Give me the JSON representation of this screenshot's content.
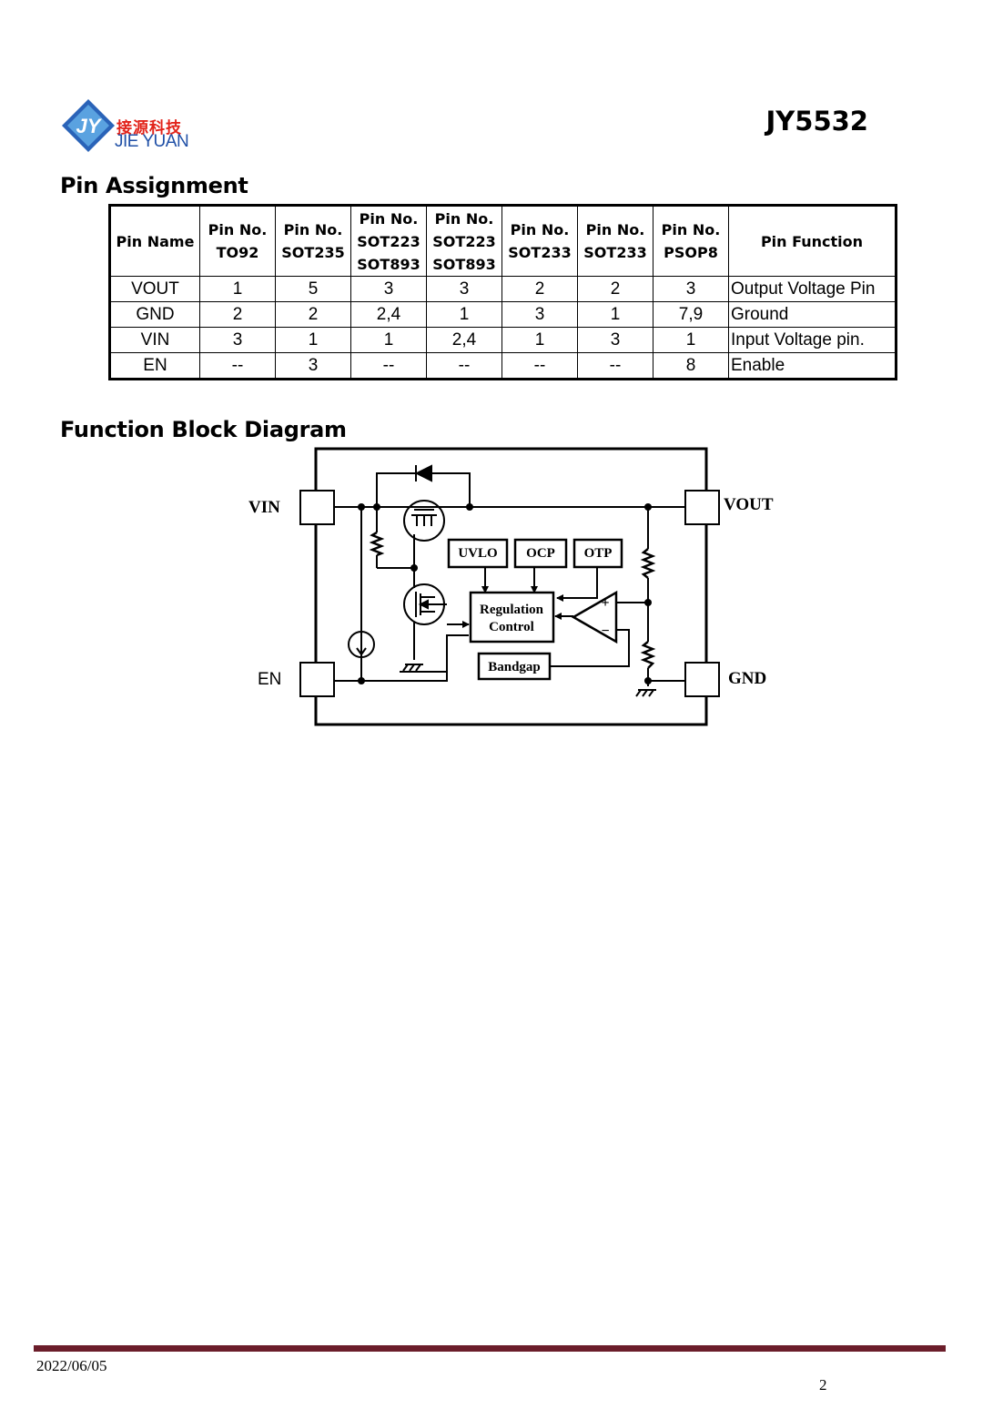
{
  "header": {
    "logo_icon": "jy-logo-icon",
    "logo_cn": "接源科技",
    "logo_en": "JIE YUAN",
    "part_number": "JY5532"
  },
  "pin_section": {
    "title": "Pin Assignment",
    "columns": [
      [
        "Pin Name"
      ],
      [
        "Pin No.",
        "TO92"
      ],
      [
        "Pin No.",
        "SOT235"
      ],
      [
        "Pin No.",
        "SOT223",
        "SOT893"
      ],
      [
        "Pin No.",
        "SOT223",
        "SOT893"
      ],
      [
        "Pin No.",
        "SOT233"
      ],
      [
        "Pin No.",
        "SOT233"
      ],
      [
        "Pin No.",
        "PSOP8"
      ],
      [
        "Pin Function"
      ]
    ],
    "rows": [
      [
        "VOUT",
        "1",
        "5",
        "3",
        "3",
        "2",
        "2",
        "3",
        "Output Voltage Pin"
      ],
      [
        "GND",
        "2",
        "2",
        "2,4",
        "1",
        "3",
        "1",
        "7,9",
        "Ground"
      ],
      [
        "VIN",
        "3",
        "1",
        "1",
        "2,4",
        "1",
        "3",
        "1",
        "Input Voltage pin."
      ],
      [
        "EN",
        "--",
        "3",
        "--",
        "--",
        "--",
        "--",
        "8",
        "Enable"
      ]
    ]
  },
  "block_section": {
    "title": "Function Block Diagram",
    "pins": {
      "vin": "VIN",
      "vout": "VOUT",
      "en": "EN",
      "gnd": "GND"
    },
    "blocks": {
      "uvlo": "UVLO",
      "ocp": "OCP",
      "otp": "OTP",
      "regulation_line1": "Regulation",
      "regulation_line2": "Control",
      "bandgap": "Bandgap"
    },
    "amp_plus": "+",
    "amp_minus": "−"
  },
  "footer": {
    "date": "2022/06/05",
    "page": "2",
    "rule_color": "#6b1d2a"
  }
}
